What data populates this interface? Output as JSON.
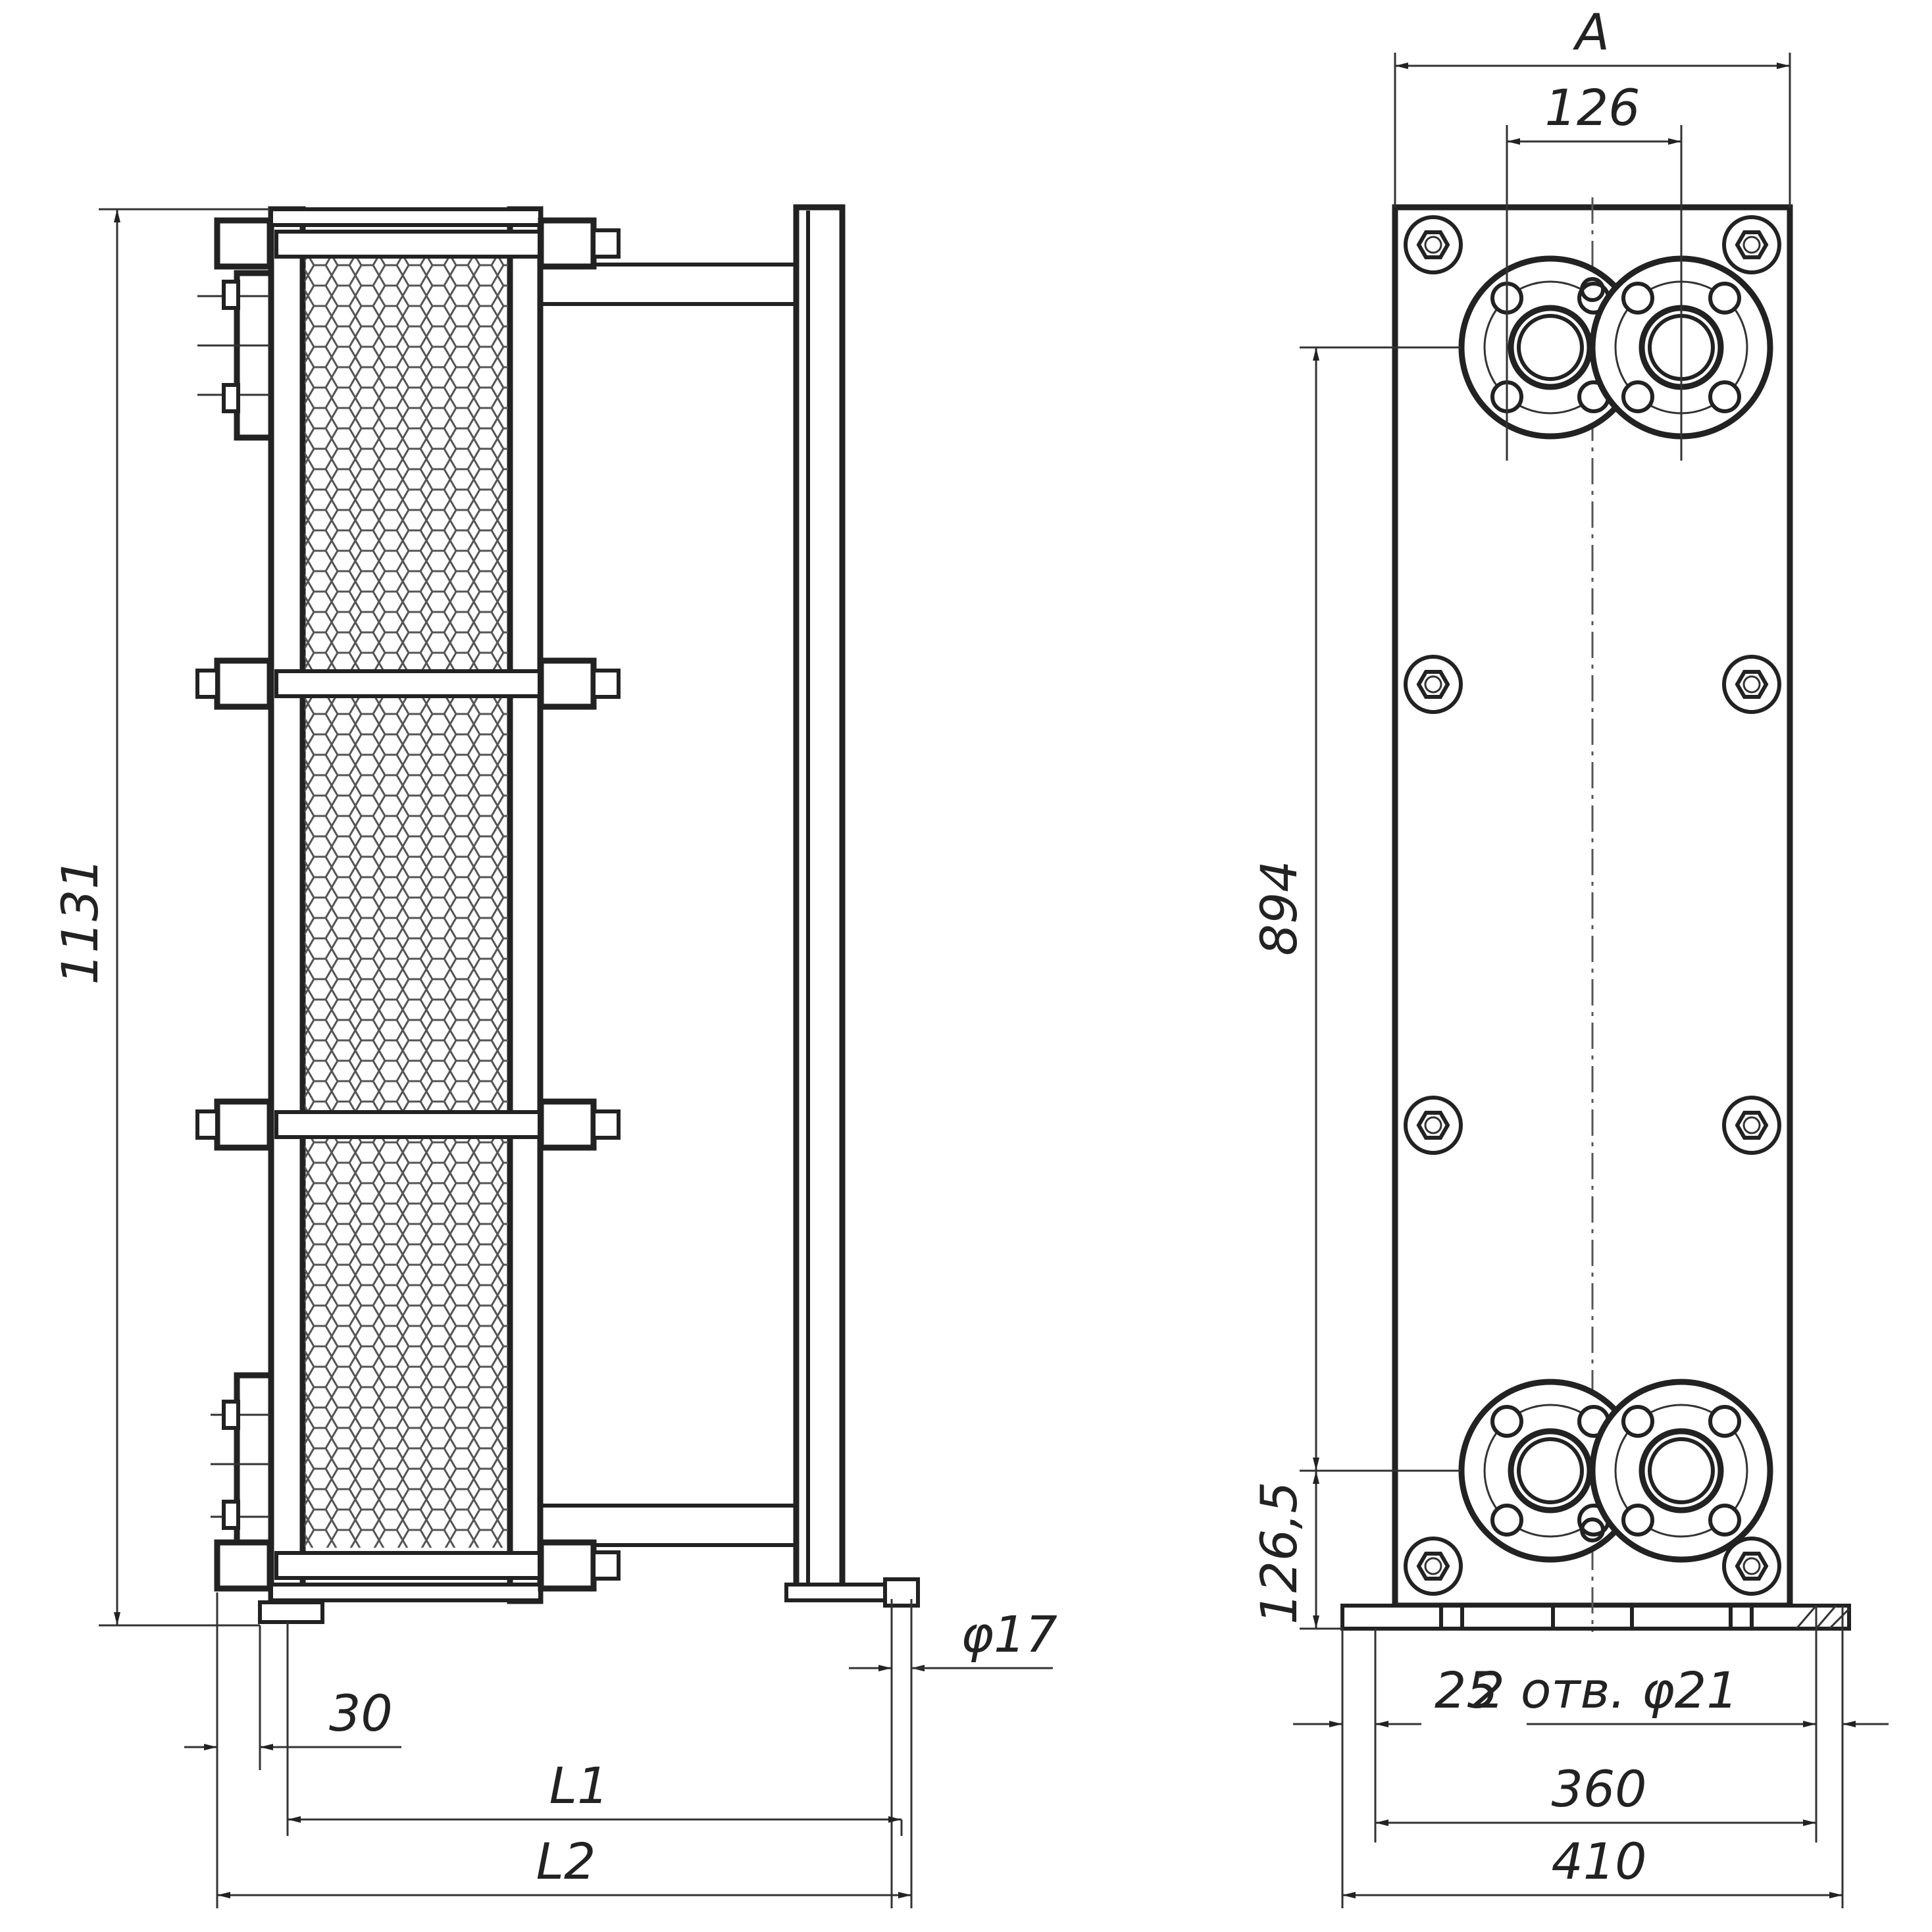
{
  "colors": {
    "line": "#222222",
    "background": "#ffffff",
    "mesh": "#555555"
  },
  "side_view": {
    "dim_height": "1131",
    "dim_hole": "φ17",
    "dim_30": "30",
    "dim_L1": "L1",
    "dim_L2": "L2"
  },
  "front_view": {
    "dim_A": "A",
    "dim_126": "126",
    "dim_894": "894",
    "dim_126_5": "126,5",
    "dim_25": "25",
    "dim_holes": "2 отв. φ21",
    "dim_360": "360",
    "dim_410": "410"
  }
}
